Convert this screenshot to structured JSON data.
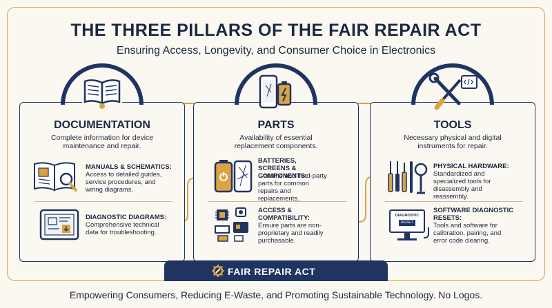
{
  "header": {
    "title": "THE THREE PILLARS OF THE FAIR REPAIR ACT",
    "subtitle": "Ensuring Access, Longevity, and Consumer Choice in Electronics"
  },
  "pillars": [
    {
      "title": "DOCUMENTATION",
      "description": "Complete information for device maintenance and repair.",
      "icon": "open-book-icon",
      "items": [
        {
          "title": "MANUALS & SCHEMATICS:",
          "text": "Access to detailed guides, service procedures, and wiring diagrams.",
          "icon": "manual-magnifier-icon"
        },
        {
          "title": "DIAGNOSTIC DIAGRAMS:",
          "text": "Comprehensive technical data for troubleshooting.",
          "icon": "diagnostic-tablet-icon"
        }
      ]
    },
    {
      "title": "PARTS",
      "description": "Availability of essential replacement components.",
      "icon": "phone-battery-icon",
      "items": [
        {
          "title": "BATTERIES, SCREENS & COMPONENTS:",
          "text": "Genuine and third-party parts for common repairs and replacements.",
          "icon": "battery-screen-icon"
        },
        {
          "title": "ACCESS & COMPATIBILITY:",
          "text": "Ensure parts are non-proprietary and readily purchasable.",
          "icon": "chip-components-icon"
        }
      ]
    },
    {
      "title": "TOOLS",
      "description": "Necessary physical and digital instruments for repair.",
      "icon": "wrench-screwdriver-icon",
      "items": [
        {
          "title": "PHYSICAL HARDWARE:",
          "text": "Standardized and specialized tools for disassembly and reassembly.",
          "icon": "hand-tools-icon"
        },
        {
          "title": "SOFTWARE DIAGNOSTIC RESETS:",
          "text": "Tools and software for calibration, pairing, and error code clearing.",
          "icon": "diagnostic-monitor-icon",
          "screen_label": "DIAGNOSTIC",
          "screen_button": "RESET"
        }
      ]
    }
  ],
  "banner": {
    "label": "FAIR REPAIR ACT",
    "icon": "gear-wrench-icon"
  },
  "footer": "Empowering Consumers, Reducing E-Waste, and Promoting Sustainable Technology. No Logos.",
  "colors": {
    "navy": "#1f3461",
    "gold": "#d9a441",
    "background": "#fbf8f1",
    "text": "#1c2740"
  }
}
